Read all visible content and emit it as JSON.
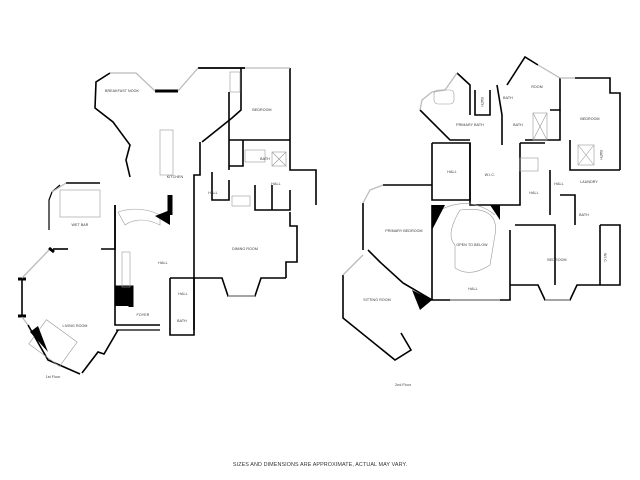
{
  "floors": [
    {
      "label": "1st Floor",
      "rooms": {
        "breakfast_nook": "BREAKFAST NOOK",
        "bedroom": "BEDROOM",
        "bath": "BATH",
        "kitchen": "KITCHEN",
        "hall_a": "HALL",
        "hall_b": "HALL",
        "wet_bar": "WET BAR",
        "hall_main": "HALL",
        "dining_room": "DINING ROOM",
        "hall_c": "HALL",
        "foyer": "FOYER",
        "bath_b": "BATH",
        "living_room": "LIVING ROOM"
      }
    },
    {
      "label": "2nd Floor",
      "rooms": {
        "room": "ROOM",
        "primary_bath": "PRIMARY BATH",
        "bath_a": "BATH",
        "bath_b": "BATH",
        "bath_c": "BATH",
        "bedroom_a": "BEDROOM",
        "bath_d": "BATH",
        "hall_a": "HALL",
        "wic_a": "W.I.C.",
        "hall_b": "HALL",
        "hall_c": "HALL",
        "laundry": "LAUNDRY",
        "bath_e": "BATH",
        "primary_bedroom": "PRIMARY BEDROOM",
        "open_to_below": "OPEN TO BELOW",
        "hall_d": "HALL",
        "bedroom_b": "BEDROOM",
        "wic_b": "W.I.C.",
        "sitting_room": "SITTING ROOM"
      }
    }
  ],
  "disclaimer": "SIZES AND DIMENSIONS ARE APPROXIMATE, ACTUAL MAY VARY.",
  "colors": {
    "wall": "#000000",
    "window": "#cccccc",
    "fixture": "#9a9a9a",
    "background": "#ffffff"
  }
}
